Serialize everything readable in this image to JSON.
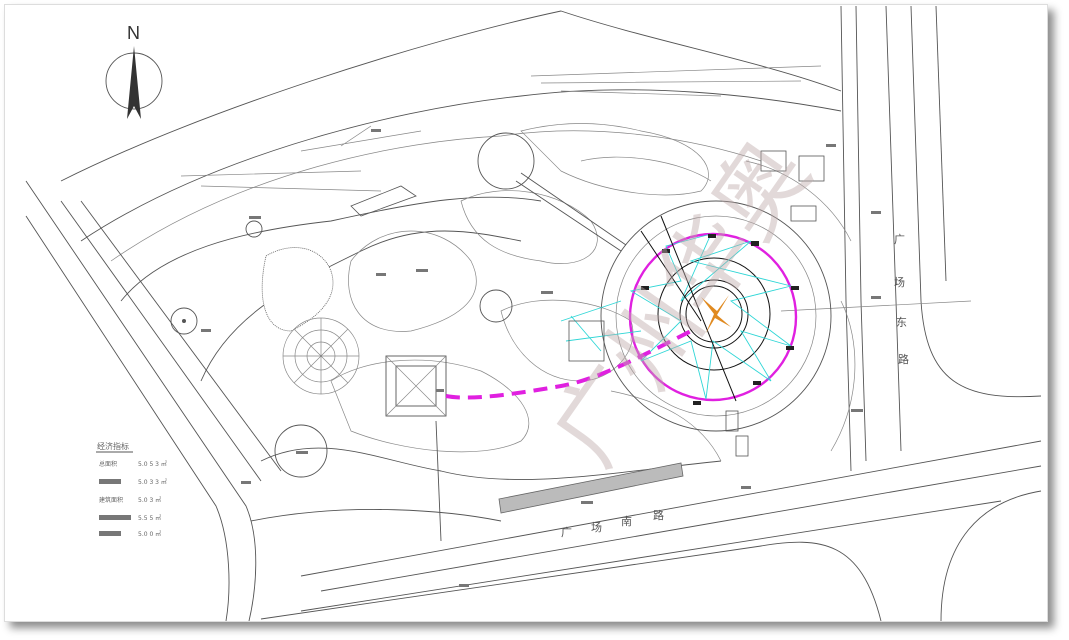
{
  "north_label": "N",
  "roads": {
    "east": [
      "广",
      "场",
      "东",
      "路"
    ],
    "south": [
      "广",
      "场",
      "南",
      "路"
    ]
  },
  "legend": {
    "title": "经济指标",
    "rows": [
      {
        "label": "总面积",
        "value": "5.0 5 3 ㎡"
      },
      {
        "label": "",
        "value": "5.0 3 3 ㎡"
      },
      {
        "label": "建筑面积",
        "value": "5.0 3 ㎡"
      },
      {
        "label": "",
        "value": "5.5 5 ㎡"
      },
      {
        "label": "",
        "value": "5.0 0 ㎡"
      }
    ]
  },
  "watermark": "广州华奥",
  "colors": {
    "accent_path": "#e020e0",
    "grid_lines": "#2fd6d6",
    "linework": "#555555"
  }
}
